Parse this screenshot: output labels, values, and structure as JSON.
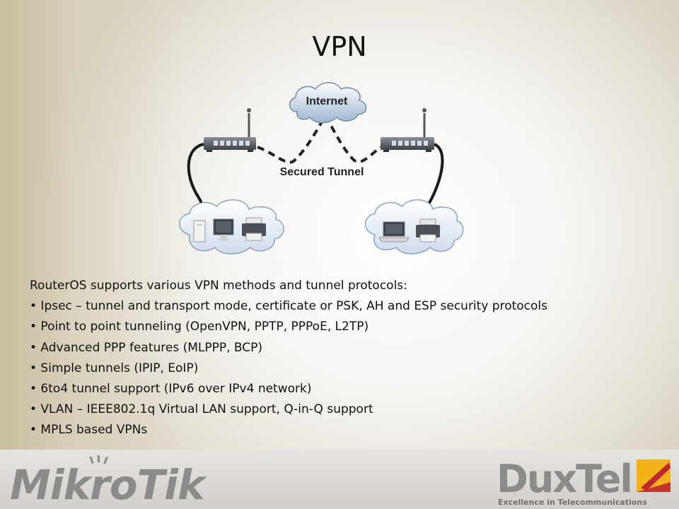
{
  "slide": {
    "title": "VPN",
    "diagram": {
      "cloud_label": "Internet",
      "tunnel_label": "Secured Tunnel"
    },
    "intro": "RouterOS supports various VPN methods and tunnel protocols:",
    "bullets": [
      "• Ipsec – tunnel and transport mode, certificate or PSK, AH and ESP security protocols",
      "• Point to point tunneling (OpenVPN, PPTP, PPPoE, L2TP)",
      "• Advanced PPP features (MLPPP, BCP)",
      "• Simple tunnels (IPIP, EoIP)",
      "• 6to4 tunnel support (IPv6 over IPv4 network)",
      "• VLAN – IEEE802.1q Virtual LAN support, Q-in-Q support",
      "• MPLS based VPNs"
    ]
  },
  "logos": {
    "left": "MikroTik",
    "right_name": "DuxTel",
    "right_tagline": "Excellence in Telecommunications"
  },
  "colors": {
    "duxtel_orange": "#f3b21a",
    "duxtel_red": "#c0272d",
    "logo_gray": "#8b8b8b"
  }
}
